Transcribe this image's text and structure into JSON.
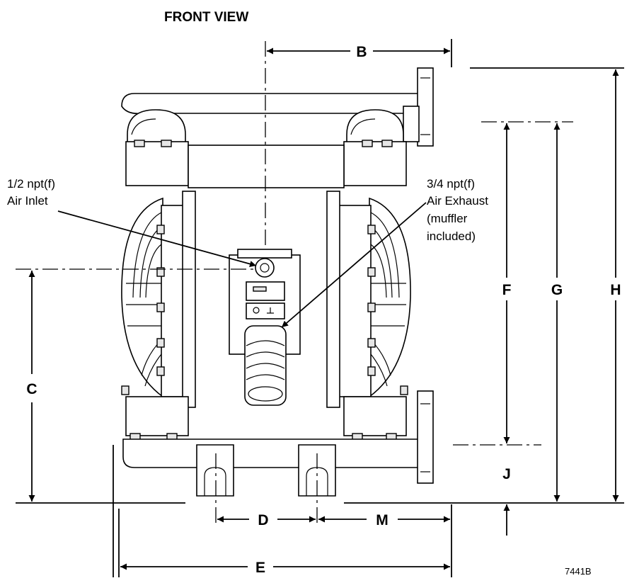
{
  "title": "FRONT VIEW",
  "callouts": {
    "air_inlet_line1": "1/2 npt(f)",
    "air_inlet_line2": "Air Inlet",
    "air_exhaust_line1": "3/4 npt(f)",
    "air_exhaust_line2": "Air Exhaust",
    "air_exhaust_line3": "(muffler",
    "air_exhaust_line4": "included)"
  },
  "dimensions": {
    "B": "B",
    "C": "C",
    "D": "D",
    "E": "E",
    "F": "F",
    "G": "G",
    "H": "H",
    "J": "J",
    "M": "M"
  },
  "figure_id": "7441B"
}
